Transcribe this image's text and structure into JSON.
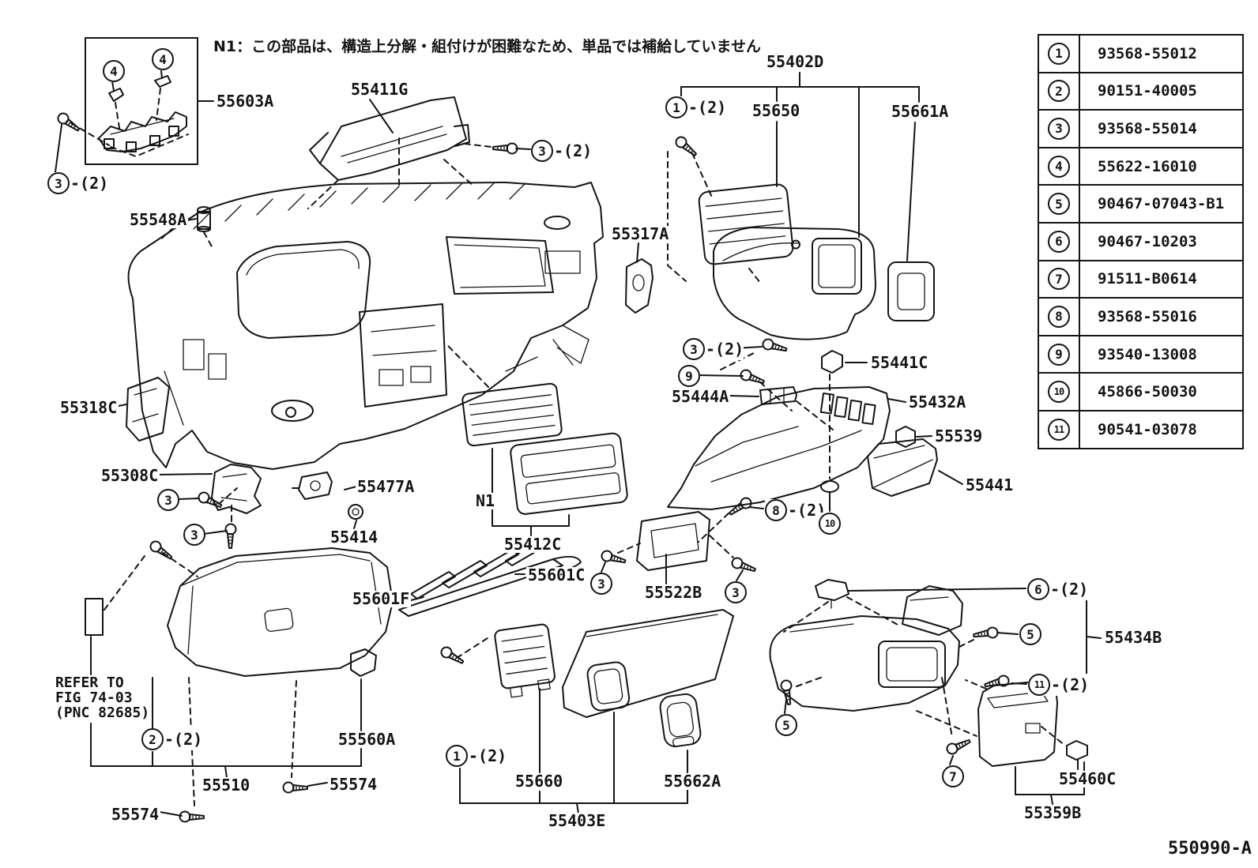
{
  "note": "N1：この部品は、構造上分解・組付けが困難なため、単品では補給していません",
  "diagram_code": "550990-A",
  "ref_note": {
    "line1": "REFER TO",
    "line2": "FIG 74-03",
    "line3": "(PNC 82685)"
  },
  "labels": {
    "n55603A": "55603A",
    "n55411G": "55411G",
    "n55402D": "55402D",
    "n55650": "55650",
    "n55661A": "55661A",
    "n55548A": "55548A",
    "n55317A": "55317A",
    "n55318C": "55318C",
    "n55308C": "55308C",
    "n55477A": "55477A",
    "n55414": "55414",
    "nN1": "N1",
    "n55412C": "55412C",
    "n55601C": "55601C",
    "n55601F": "55601F",
    "n55444A": "55444A",
    "n55441C": "55441C",
    "n55432A": "55432A",
    "n55539": "55539",
    "n55441": "55441",
    "n55522B": "55522B",
    "n55434B": "55434B",
    "n55560A": "55560A",
    "n55510": "55510",
    "n55574": "55574",
    "n55660": "55660",
    "n55662A": "55662A",
    "n55403E": "55403E",
    "n55460C": "55460C",
    "n55359B": "55359B"
  },
  "callouts": {
    "q1": {
      "num": "1",
      "suffix": "-(2)"
    },
    "q2": {
      "num": "2",
      "suffix": "-(2)"
    },
    "q3": {
      "num": "3",
      "suffix": "-(2)"
    },
    "p3": {
      "num": "3",
      "suffix": ""
    },
    "p4": {
      "num": "4",
      "suffix": ""
    },
    "p5": {
      "num": "5",
      "suffix": ""
    },
    "q6": {
      "num": "6",
      "suffix": "-(2)"
    },
    "p7": {
      "num": "7",
      "suffix": ""
    },
    "q8": {
      "num": "8",
      "suffix": "-(2)"
    },
    "p9": {
      "num": "9",
      "suffix": ""
    },
    "p10": {
      "num": "10",
      "suffix": ""
    },
    "q11": {
      "num": "11",
      "suffix": "-(2)"
    }
  },
  "parts_table": {
    "rows": [
      {
        "ref": "1",
        "part": "93568-55012"
      },
      {
        "ref": "2",
        "part": "90151-40005"
      },
      {
        "ref": "3",
        "part": "93568-55014"
      },
      {
        "ref": "4",
        "part": "55622-16010"
      },
      {
        "ref": "5",
        "part": "90467-07043-B1"
      },
      {
        "ref": "6",
        "part": "90467-10203"
      },
      {
        "ref": "7",
        "part": "91511-B0614"
      },
      {
        "ref": "8",
        "part": "93568-55016"
      },
      {
        "ref": "9",
        "part": "93540-13008"
      },
      {
        "ref": "10",
        "part": "45866-50030"
      },
      {
        "ref": "11",
        "part": "90541-03078"
      }
    ]
  },
  "colors": {
    "ink": "#141414",
    "background": "#ffffff"
  }
}
